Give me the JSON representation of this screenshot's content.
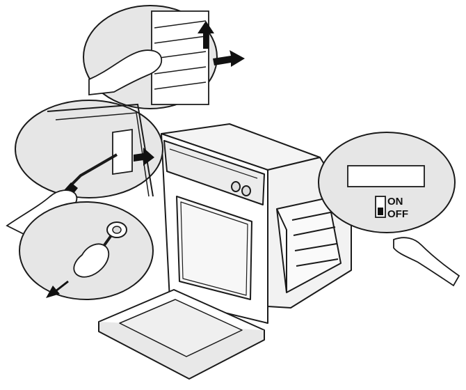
{
  "switch": {
    "on_label": "ON",
    "off_label": "OFF"
  },
  "colors": {
    "line": "#1a1a1a",
    "callout_fill": "#e6e6e6",
    "panel_fill": "#ffffff",
    "glass_fill": "#efefef",
    "arrow_fill": "#111111"
  },
  "icons": {
    "callout_1": "oven-side-rails-removal",
    "callout_2": "screwdriver-lamp-cover",
    "callout_3": "bulb-removal",
    "callout_4": "power-switch-on-off"
  }
}
